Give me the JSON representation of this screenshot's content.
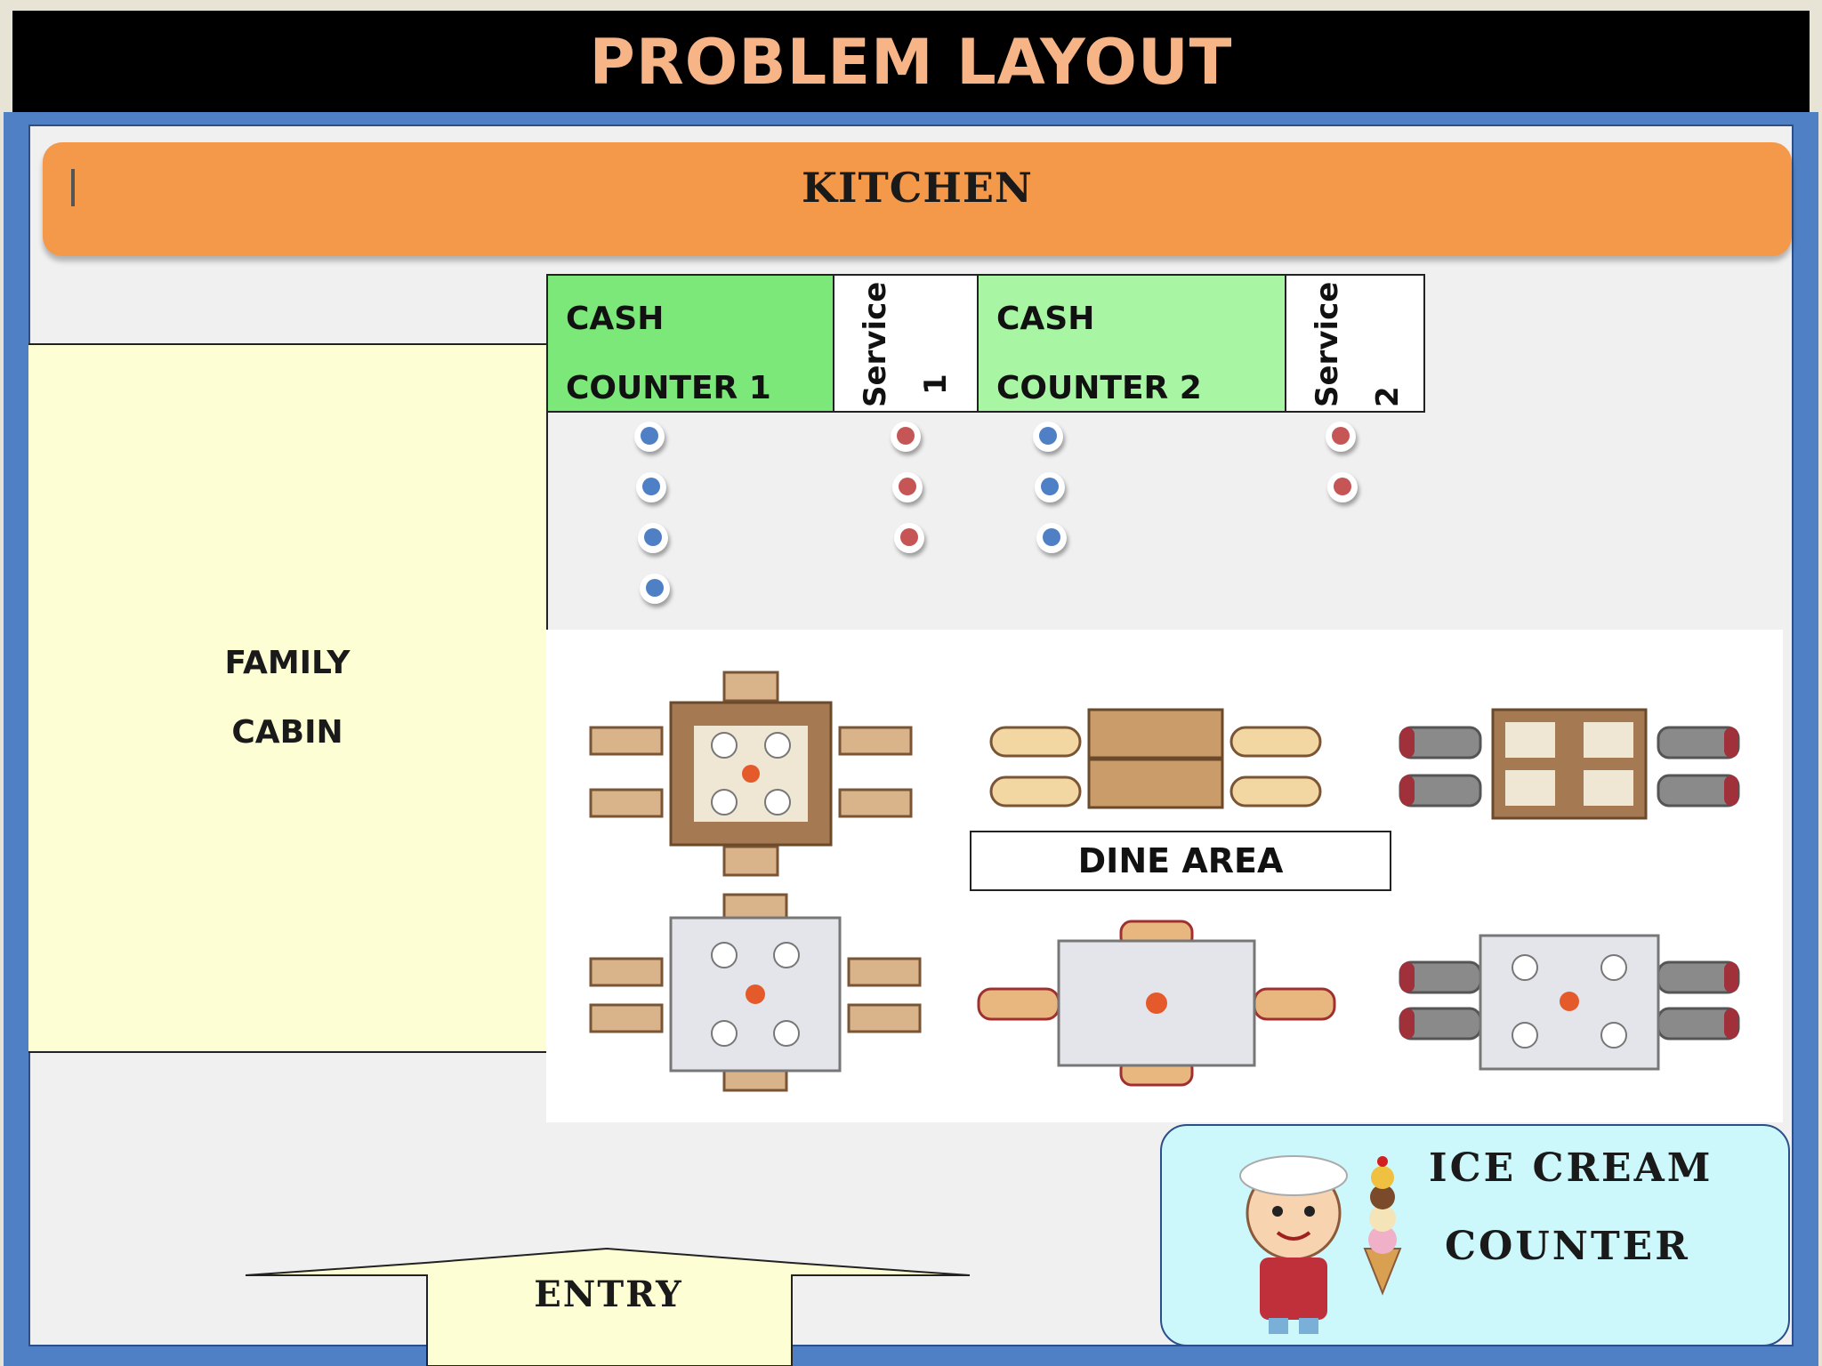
{
  "title": "PROBLEM LAYOUT",
  "kitchen": {
    "label": "KITCHEN"
  },
  "family_cabin": {
    "line1": "FAMILY",
    "line2": "CABIN"
  },
  "counters": {
    "cash1": {
      "line1": "CASH",
      "line2": "COUNTER 1"
    },
    "service1": {
      "line1": "Service",
      "line2": "1"
    },
    "cash2": {
      "line1": "CASH",
      "line2": "COUNTER 2"
    },
    "service2": {
      "line1": "Service",
      "line2": "2"
    }
  },
  "queues": {
    "cash1_count": 4,
    "service1_count": 3,
    "cash2_count": 3,
    "service2_count": 2,
    "cash_color": "#4f7fc4",
    "service_color": "#c65656"
  },
  "dine_area": {
    "label": "DINE AREA"
  },
  "ice_cream": {
    "line1": "ICE CREAM",
    "line2": "COUNTER"
  },
  "entry": {
    "label": "ENTRY"
  },
  "colors": {
    "title_bg": "#000000",
    "title_text": "#f7b486",
    "frame": "#4f7fc4",
    "kitchen": "#f4984a",
    "family_cabin": "#fefed4",
    "cash_counter": "#7ce87a",
    "ice_cream_bg": "#cdf8fb"
  }
}
